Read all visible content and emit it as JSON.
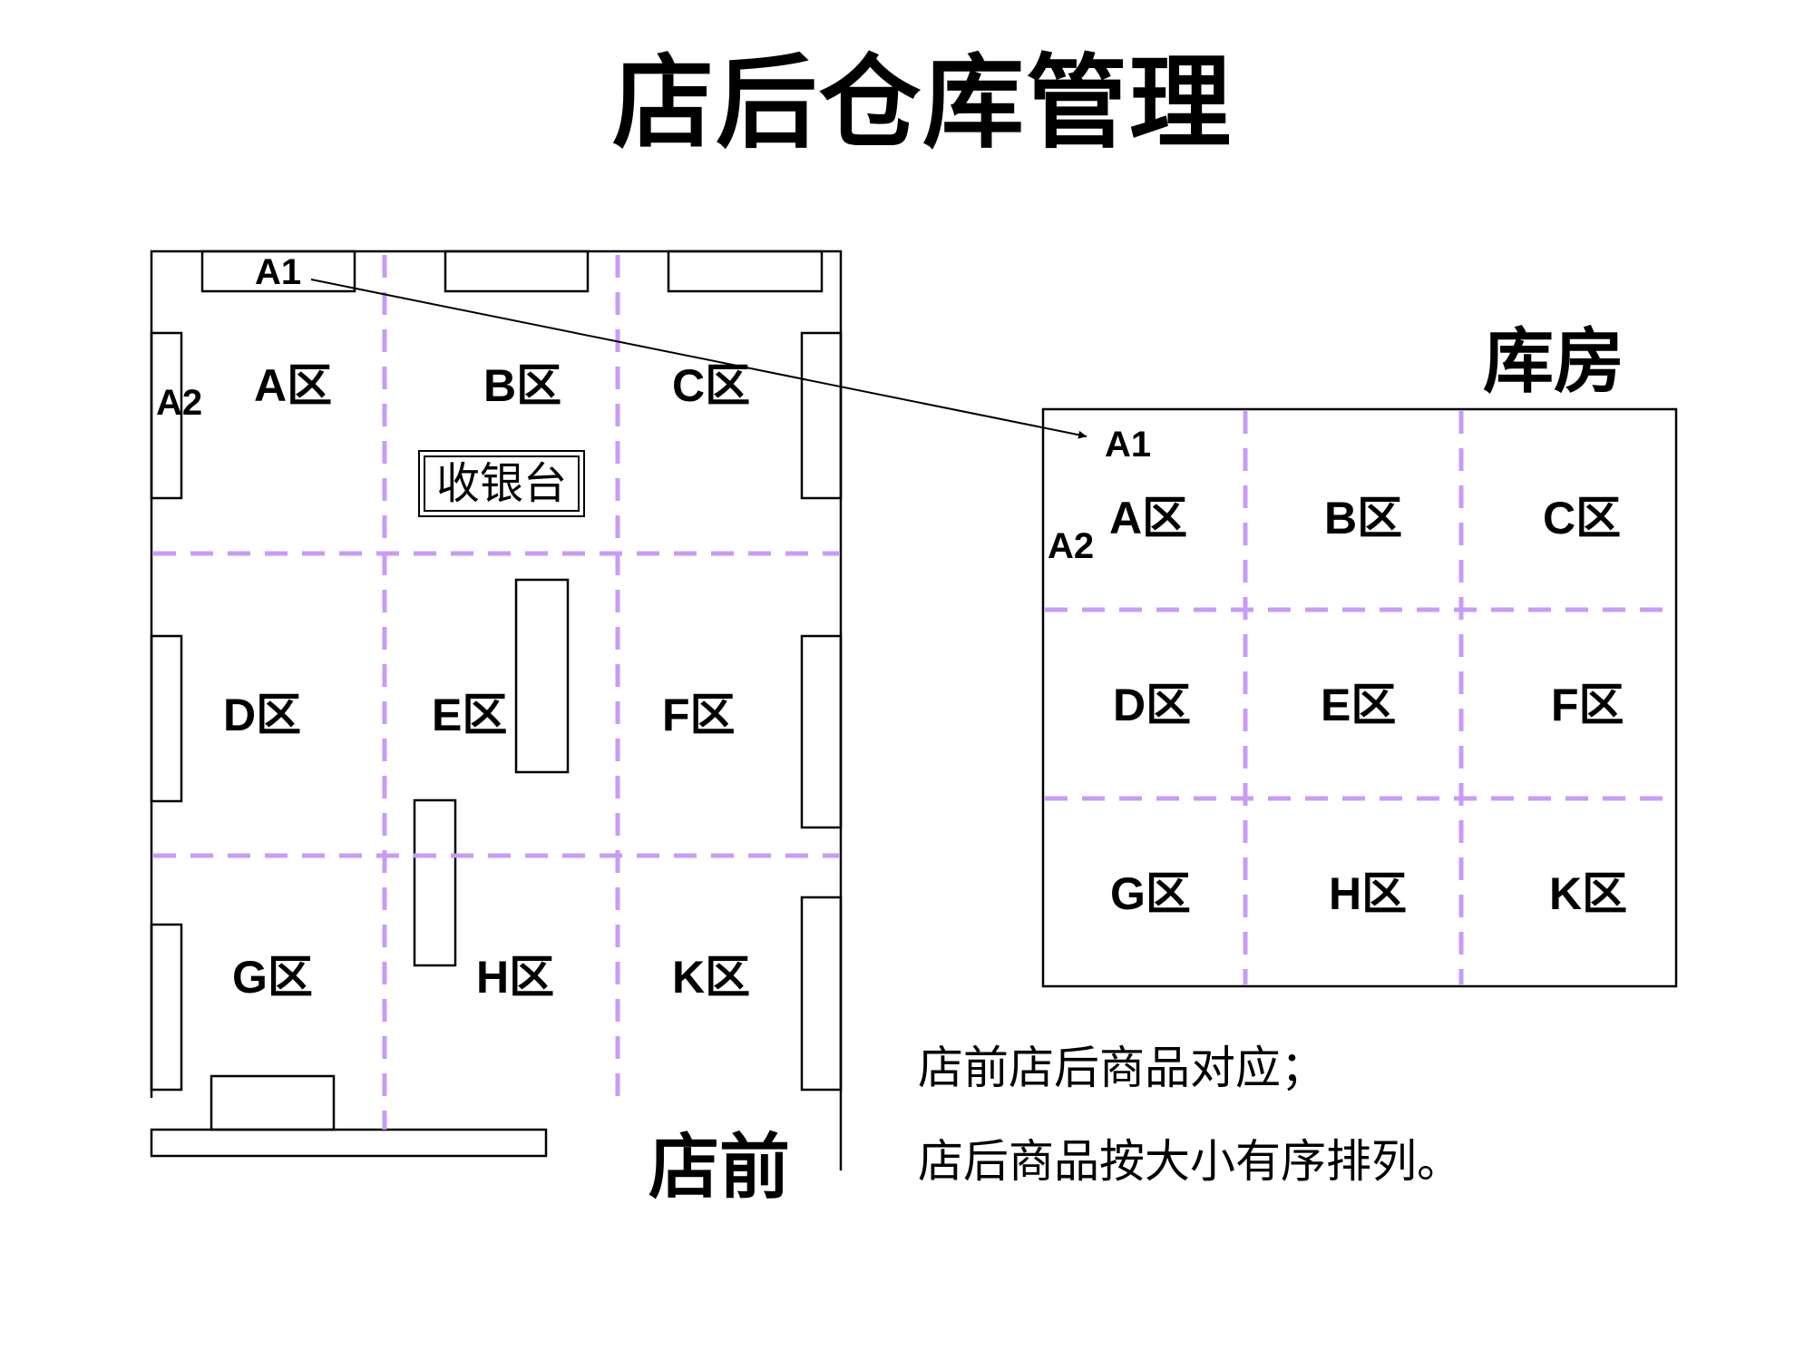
{
  "title": "店后仓库管理",
  "store_front": {
    "label": "店前",
    "shelf_codes": {
      "a1": "A1",
      "a2": "A2"
    },
    "cashier": "收银台",
    "zones": [
      "A区",
      "B区",
      "C区",
      "D区",
      "E区",
      "F区",
      "G区",
      "H区",
      "K区"
    ]
  },
  "warehouse": {
    "label": "库房",
    "shelf_codes": {
      "a1": "A1",
      "a2": "A2"
    },
    "zones": [
      "A区",
      "B区",
      "C区",
      "D区",
      "E区",
      "F区",
      "G区",
      "H区",
      "K区"
    ]
  },
  "notes": [
    "店前店后商品对应；",
    "店后商品按大小有序排列。"
  ],
  "colors": {
    "zone_divider": "#c79cf7",
    "line": "#000000"
  }
}
